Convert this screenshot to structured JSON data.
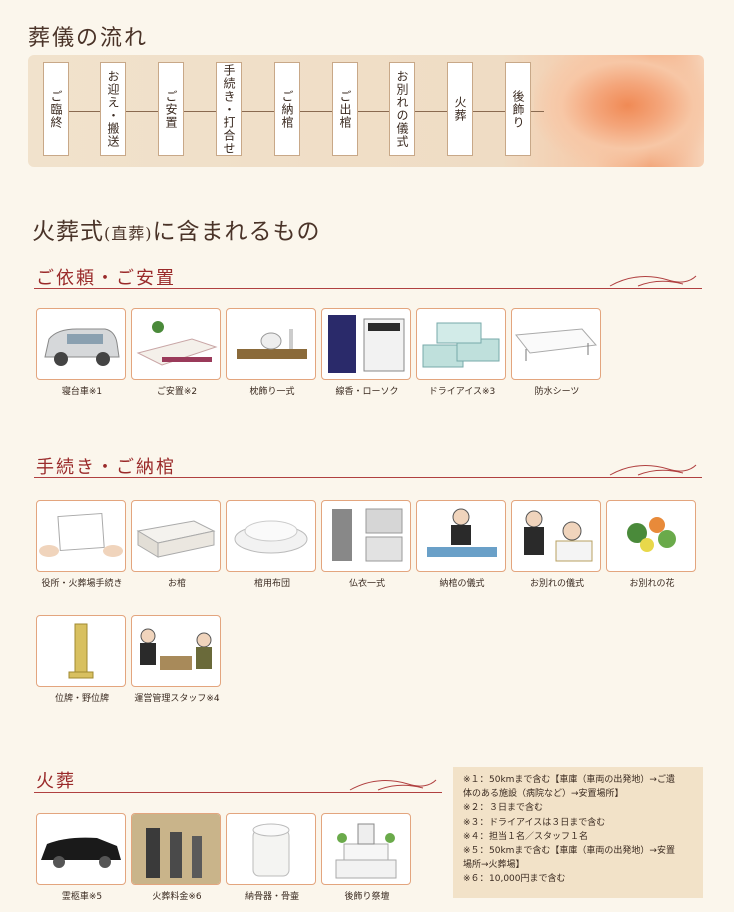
{
  "flow": {
    "title": "葬儀の流れ",
    "steps": [
      "ご臨終",
      "お迎え・搬送",
      "ご安置",
      "手続き・打合せ",
      "ご納棺",
      "ご出棺",
      "お別れの儀式",
      "火葬",
      "後飾り"
    ]
  },
  "included": {
    "title_main": "火葬式",
    "title_paren": "(直葬)",
    "title_rest": "に含まれるもの"
  },
  "sections": [
    {
      "title": "ご依頼・ご安置",
      "items": [
        "寝台車※1",
        "ご安置※2",
        "枕飾り一式",
        "線香・ローソク",
        "ドライアイス※3",
        "防水シーツ"
      ]
    },
    {
      "title": "手続き・ご納棺",
      "items": [
        "役所・火葬場手続き",
        "お棺",
        "棺用布団",
        "仏衣一式",
        "納棺の儀式",
        "お別れの儀式",
        "お別れの花",
        "位牌・野位牌",
        "運営管理スタッフ※4"
      ]
    },
    {
      "title": "火葬",
      "items": [
        "霊柩車※5",
        "火葬料金※6",
        "納骨器・骨壷",
        "後飾り祭壇"
      ]
    }
  ],
  "notes": [
    {
      "key": "※１：",
      "text": "50kmまで含む【車庫（車両の出発地）→ご遺",
      "cont": "体のある施設（病院など）→安置場所】"
    },
    {
      "key": "※２：",
      "text": "３日まで含む"
    },
    {
      "key": "※３：",
      "text": "ドライアイスは３日まで含む"
    },
    {
      "key": "※４：",
      "text": "担当１名／スタッフ１名"
    },
    {
      "key": "※５：",
      "text": "50kmまで含む【車庫（車両の出発地）→安置",
      "cont": "場所→火葬場】"
    },
    {
      "key": "※６：",
      "text": "10,000円まで含む"
    }
  ],
  "colors": {
    "accent": "#9a2a2a",
    "frame": "#e3a57e",
    "notes_bg": "#f2e2c8"
  }
}
